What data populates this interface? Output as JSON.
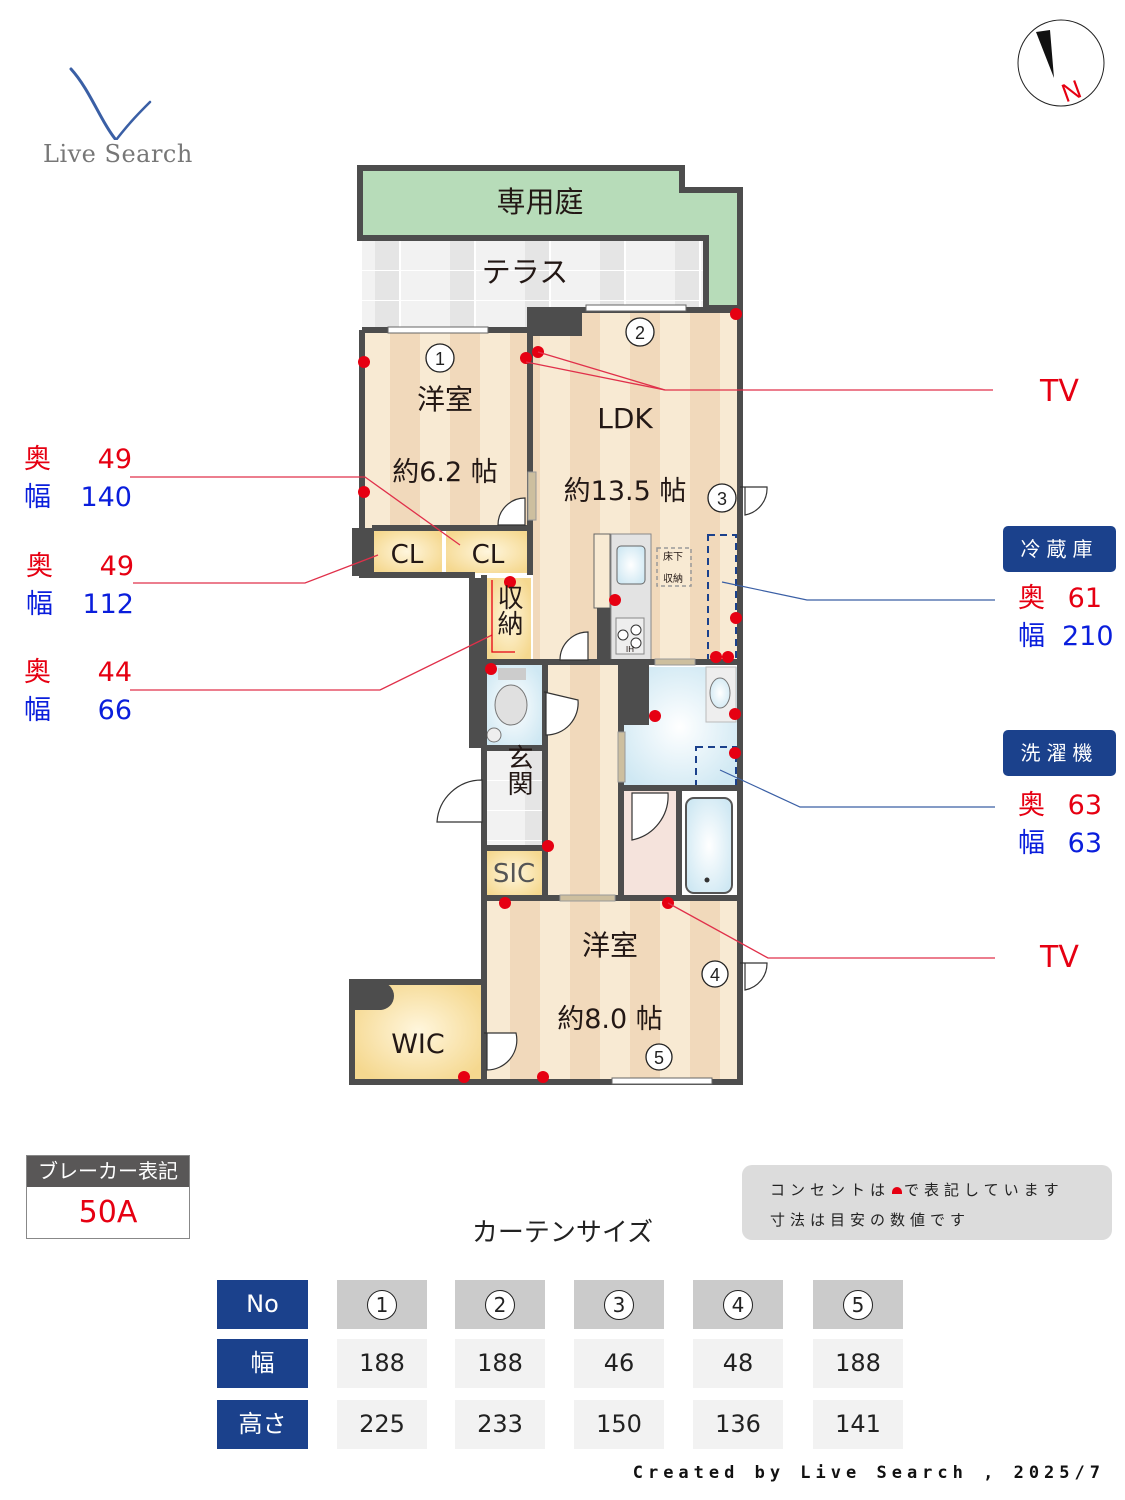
{
  "logo": {
    "text": "Live Search",
    "color": "#3a5fa5"
  },
  "compass": {
    "label": "N",
    "label_color": "#e60012"
  },
  "floorplan": {
    "rooms": {
      "garden": "専用庭",
      "terrace": "テラス",
      "western_room_1": {
        "name": "洋室",
        "size": "約6.2 帖"
      },
      "ldk": {
        "name": "LDK",
        "size": "約13.5 帖"
      },
      "closet_1": "CL",
      "closet_2": "CL",
      "storage": "収納",
      "underfloor_storage": [
        "床下",
        "収納"
      ],
      "entrance": "玄関",
      "shoe_closet": "SIC",
      "western_room_2": {
        "name": "洋室",
        "size": "約8.0 帖"
      },
      "wic": "WIC"
    },
    "window_numbers": [
      "1",
      "2",
      "3",
      "4",
      "5"
    ],
    "stove_label": "IH",
    "colors": {
      "garden": "#b7dcb9",
      "floor_light": "#f8ead3",
      "floor_dark": "#f1d9bb",
      "wall": "#4d4d4d",
      "wet": "#d6ecf5",
      "closet": "#f7dc98",
      "outlet": "#e60012"
    }
  },
  "storage_dims": [
    {
      "depth_label": "奥",
      "depth": "49",
      "width_label": "幅",
      "width": "140"
    },
    {
      "depth_label": "奥",
      "depth": "49",
      "width_label": "幅",
      "width": "112"
    },
    {
      "depth_label": "奥",
      "depth": "44",
      "width_label": "幅",
      "width": "66"
    }
  ],
  "appliances": [
    {
      "name": "冷蔵庫",
      "depth_label": "奥",
      "depth": "61",
      "width_label": "幅",
      "width": "210"
    },
    {
      "name": "洗濯機",
      "depth_label": "奥",
      "depth": "63",
      "width_label": "幅",
      "width": "63"
    }
  ],
  "tv_labels": [
    "TV",
    "TV"
  ],
  "breaker": {
    "header": "ブレーカー表記",
    "value": "50A"
  },
  "note": {
    "line1_pre": "コンセントは",
    "line1_post": "で表記しています",
    "line2": "寸法は目安の数値です"
  },
  "curtain": {
    "title": "カーテンサイズ",
    "row_headers": [
      "No",
      "幅",
      "高さ"
    ],
    "numbers": [
      "1",
      "2",
      "3",
      "4",
      "5"
    ],
    "widths": [
      "188",
      "188",
      "46",
      "48",
      "188"
    ],
    "heights": [
      "225",
      "233",
      "150",
      "136",
      "141"
    ]
  },
  "credit": "Created by Live Search , 2025/7"
}
